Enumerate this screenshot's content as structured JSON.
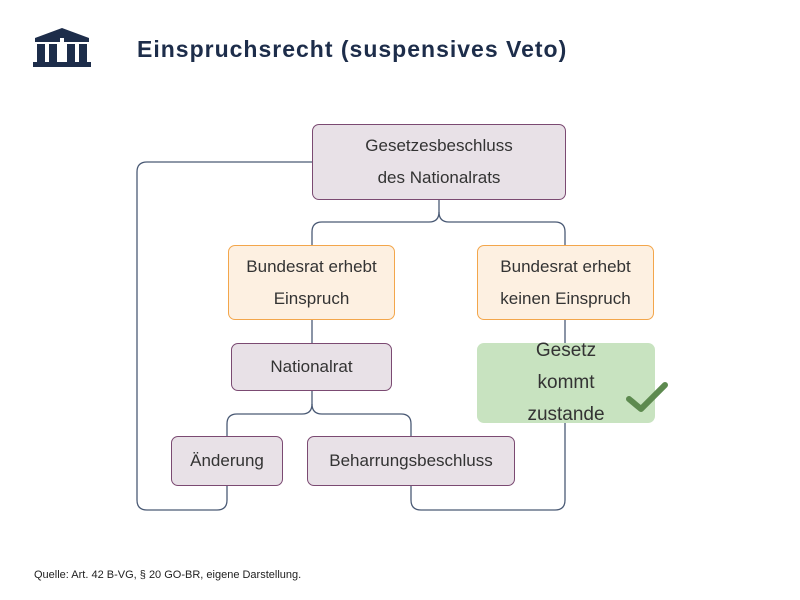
{
  "title": "Einspruchsrecht (suspensives Veto)",
  "nodes": {
    "beschluss": "Gesetzesbeschluss des Nationalrats",
    "einspruch": "Bundesrat erhebt Einspruch",
    "kein_einspruch": "Bundesrat erhebt keinen Einspruch",
    "nationalrat": "Nationalrat",
    "zustande": "Gesetz kommt zustande",
    "aenderung": "Änderung",
    "beharrung": "Beharrungsbeschluss"
  },
  "source": "Quelle: Art. 42 B-VG, § 20 GO-BR, eigene Darstellung.",
  "colors": {
    "line": "#4a5a75",
    "accent": "#1d2d4a",
    "check": "#5d8a4f"
  }
}
